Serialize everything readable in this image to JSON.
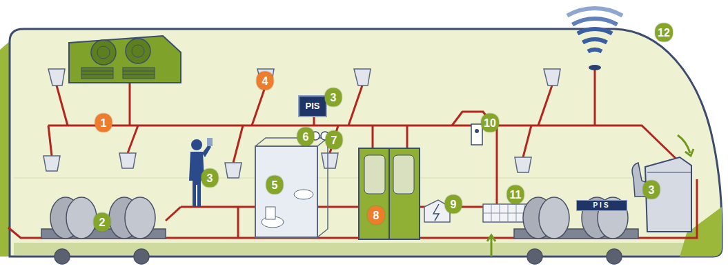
{
  "diagram": {
    "labels": [
      "1",
      "4",
      "PIS",
      "3",
      "6",
      "7",
      "10",
      "12",
      "PIS",
      "3",
      "2",
      "3",
      "5",
      "8",
      "9",
      "11"
    ]
  }
}
